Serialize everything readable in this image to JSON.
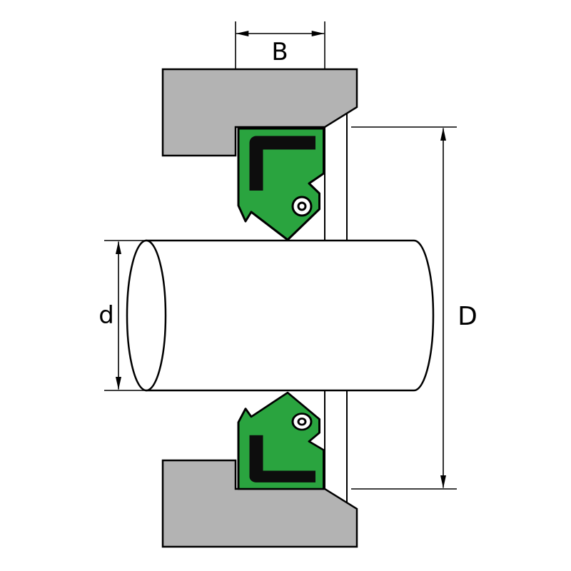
{
  "diagram": {
    "labels": {
      "width": "B",
      "shaft_diameter": "d",
      "outer_diameter": "D"
    },
    "colors": {
      "seal_rubber": "#2aa43f",
      "housing": "#b3b3b3",
      "outline": "#000000",
      "background": "#ffffff"
    }
  }
}
